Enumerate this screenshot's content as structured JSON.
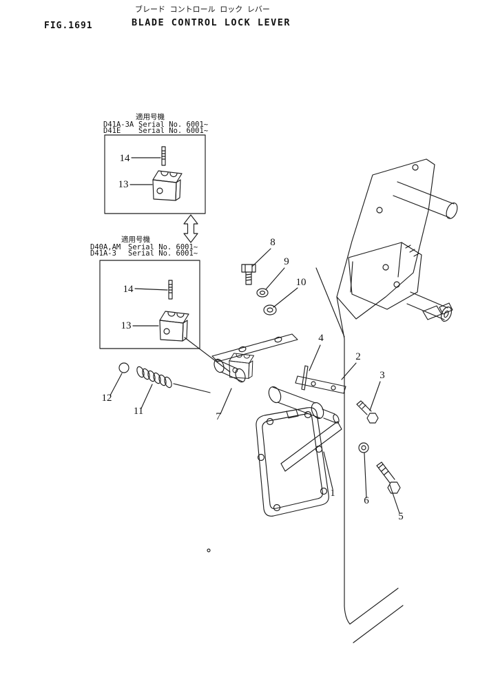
{
  "figure": {
    "fig_no": "FIG.1691",
    "title_ja": "ブレード コントロール ロック レバー",
    "title_en": "BLADE CONTROL LOCK LEVER"
  },
  "boxes": [
    {
      "header": "適用号機",
      "rows": [
        {
          "model": "D41A-3A",
          "serial": "Serial No. 6001~"
        },
        {
          "model": "D41E",
          "serial": "Serial No. 6001~"
        }
      ]
    },
    {
      "header": "適用号機",
      "rows": [
        {
          "model": "D40A,AM",
          "serial": "Serial No. 6001~"
        },
        {
          "model": "D41A-3",
          "serial": "Serial No. 6001~"
        }
      ]
    }
  ],
  "callouts": {
    "1": "1",
    "2": "2",
    "3": "3",
    "4": "4",
    "5": "5",
    "6": "6",
    "7": "7",
    "8": "8",
    "9": "9",
    "10": "10",
    "11": "11",
    "12": "12",
    "13": "13",
    "14": "14"
  }
}
